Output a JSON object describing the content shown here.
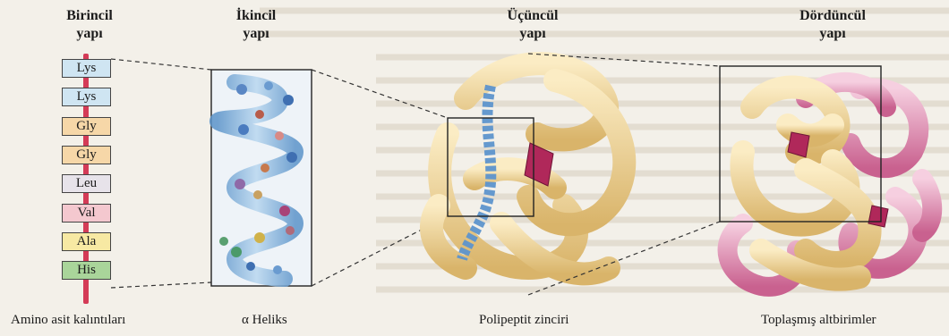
{
  "headings": {
    "primary": [
      "Birincil",
      "yapı"
    ],
    "secondary": [
      "İkincil",
      "yapı"
    ],
    "tertiary": [
      "Üçüncül",
      "yapı"
    ],
    "quaternary": [
      "Dördüncül",
      "yapı"
    ]
  },
  "residues": [
    {
      "label": "Lys",
      "color": "#cfe5f2"
    },
    {
      "label": "Lys",
      "color": "#cfe5f2"
    },
    {
      "label": "Gly",
      "color": "#f6d7a8"
    },
    {
      "label": "Gly",
      "color": "#f6d7a8"
    },
    {
      "label": "Leu",
      "color": "#e7e3ea"
    },
    {
      "label": "Val",
      "color": "#f4c8cf"
    },
    {
      "label": "Ala",
      "color": "#f7e9a3"
    },
    {
      "label": "His",
      "color": "#a9d59a"
    }
  ],
  "captions": {
    "primary": "Amino asit kalıntıları",
    "secondary": "α Heliks",
    "tertiary": "Polipeptit zinciri",
    "quaternary": "Toplaşmış altbirimler"
  },
  "colors": {
    "helix": "#7fb0dc",
    "chain": "#f2d99b",
    "subunit_pink": "#e9a6c4",
    "heme": "#b0285a"
  }
}
